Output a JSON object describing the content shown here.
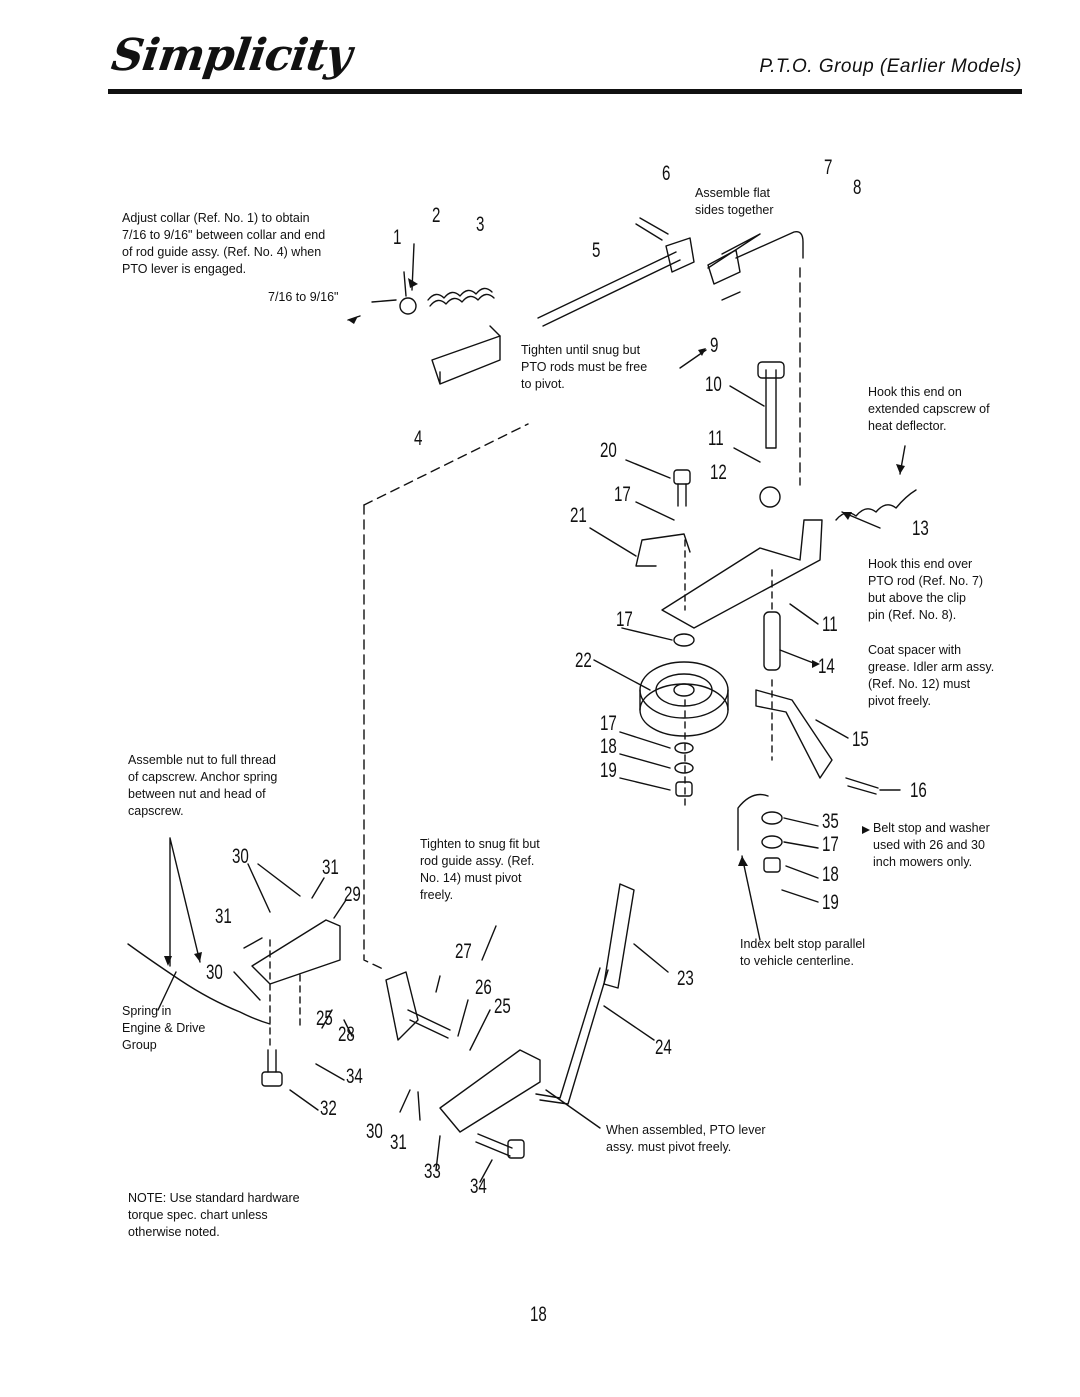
{
  "header": {
    "brand": "Simplicity",
    "title": "P.T.O. Group (Earlier Models)"
  },
  "notes": {
    "adjust_collar": "Adjust collar (Ref. No. 1) to obtain\n7/16 to 9/16\" between collar and end\nof rod guide assy. (Ref. No. 4) when\nPTO lever is engaged.",
    "dimension": "7/16 to 9/16\"",
    "assemble_flat": "Assemble flat\nsides together",
    "tighten_snug": "Tighten until snug but\nPTO rods must be free\nto pivot.",
    "hook_capscrew": "Hook this end on\nextended capscrew of\nheat deflector.",
    "hook_pto_rod": "Hook this end over\nPTO rod (Ref. No. 7)\nbut above the clip\npin (Ref. No. 8).",
    "coat_spacer": "Coat spacer with\ngrease. Idler arm assy.\n(Ref. No. 12) must\npivot freely.",
    "assemble_nut": "Assemble nut to full thread\nof capscrew. Anchor spring\nbetween nut and head of\ncapscrew.",
    "tighten_fit": "Tighten to snug fit but\nrod guide assy. (Ref.\nNo. 14) must pivot\nfreely.",
    "belt_stop": "Belt stop and washer\nused with 26 and 30\ninch mowers only.",
    "index_belt": "Index belt stop parallel\nto vehicle centerline.",
    "spring_engine": "Spring in\nEngine & Drive\nGroup",
    "when_assembled": "When assembled, PTO lever\nassy. must pivot freely.",
    "note_hardware": "NOTE: Use standard hardware\ntorque spec. chart unless\notherwise noted."
  },
  "callouts": [
    "1",
    "2",
    "3",
    "4",
    "5",
    "6",
    "7",
    "8",
    "9",
    "10",
    "11",
    "12",
    "20",
    "17",
    "21",
    "13",
    "11",
    "17",
    "22",
    "14",
    "17",
    "18",
    "19",
    "15",
    "16",
    "35",
    "17",
    "18",
    "19",
    "30",
    "31",
    "29",
    "31",
    "30",
    "27",
    "26",
    "25",
    "23",
    "25",
    "28",
    "24",
    "34",
    "32",
    "30",
    "31",
    "33",
    "34"
  ],
  "page_number": "18"
}
